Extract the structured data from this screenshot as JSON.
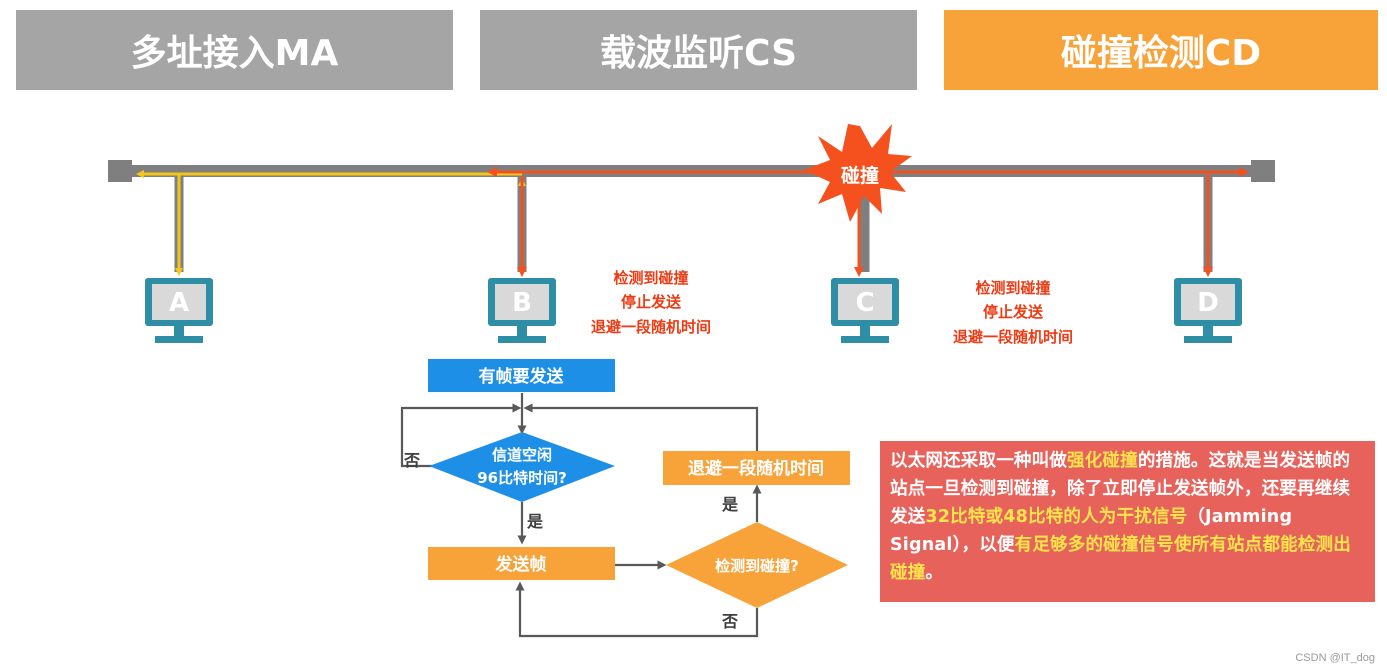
{
  "tabs": [
    {
      "label": "多址接入MA",
      "color": "#a5a5a5"
    },
    {
      "label": "载波监听CS",
      "color": "#a5a5a5"
    },
    {
      "label": "碰撞检测CD",
      "color": "#f8a23a"
    }
  ],
  "collision_label": "碰撞",
  "stations": [
    {
      "label": "A"
    },
    {
      "label": "B"
    },
    {
      "label": "C"
    },
    {
      "label": "D"
    }
  ],
  "note_b": [
    "检测到碰撞",
    "停止发送",
    "退避一段随机时间"
  ],
  "note_c": [
    "检测到碰撞",
    "停止发送",
    "退避一段随机时间"
  ],
  "flowchart": {
    "start": "有帧要发送",
    "decision_idle": [
      "信道空闲",
      "96比特时间?"
    ],
    "send": "发送帧",
    "decision_collision": "检测到碰撞?",
    "backoff": "退避一段随机时间",
    "no_label_1": "否",
    "yes_label_1": "是",
    "yes_label_2": "是",
    "no_label_2": "否"
  },
  "info": {
    "segments": [
      {
        "text": "以太网还采取一种叫做",
        "highlight": false
      },
      {
        "text": "强化碰撞",
        "highlight": true
      },
      {
        "text": "的措施。这就是当发送帧的站点一旦检测到碰撞，除了立即停止发送帧外，还要再继续发送",
        "highlight": false
      },
      {
        "text": "32比特或48比特的人为干扰信号",
        "highlight": true
      },
      {
        "text": "（Jamming Signal），以便",
        "highlight": false
      },
      {
        "text": "有足够多的碰撞信号使所有站点都能检测出碰撞",
        "highlight": true
      },
      {
        "text": "。",
        "highlight": false
      }
    ]
  },
  "colors": {
    "bus": "#7f7f7f",
    "yellow_signal": "#f5c518",
    "red_signal": "#f4511e",
    "monitor": "#2e8ea6",
    "flow_blue": "#1e8fe6",
    "flow_orange": "#f8a23a",
    "note_red": "#ee3b14"
  },
  "watermark": "CSDN @IT_dog"
}
